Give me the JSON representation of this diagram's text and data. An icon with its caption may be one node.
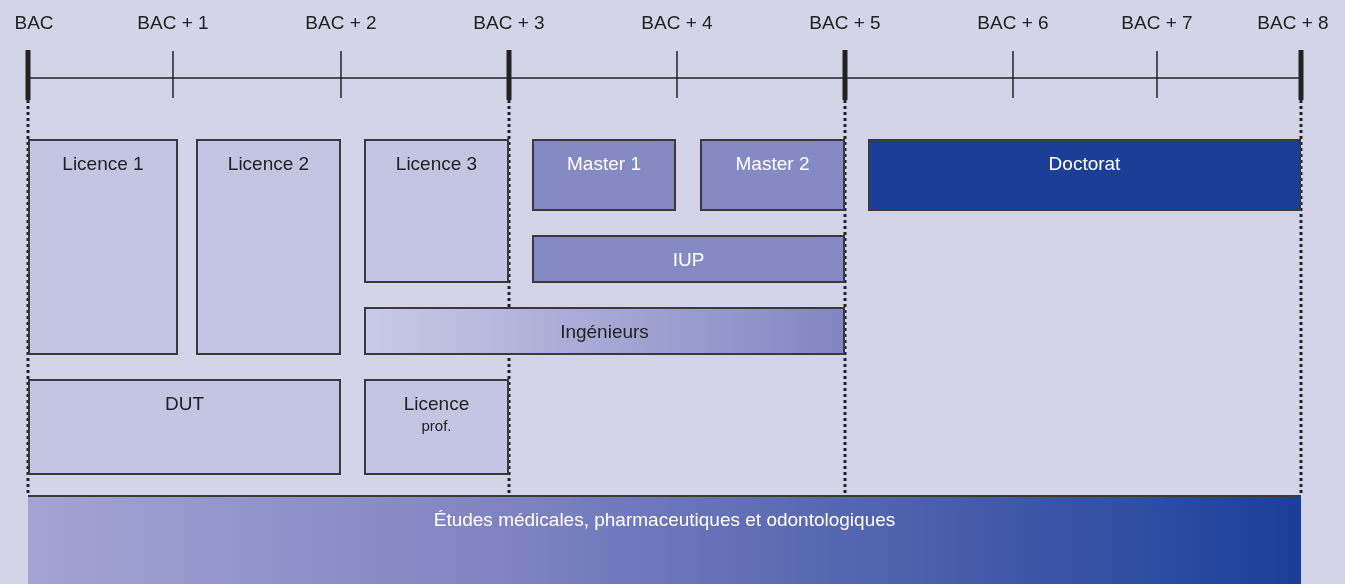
{
  "diagram": {
    "nodes": [
      {
        "text": [
          "Licence 1"
        ]
      },
      {
        "text": [
          "Licence 2"
        ]
      },
      {
        "text": [
          "Licence 3"
        ]
      },
      {
        "text": [
          "Master 1"
        ]
      },
      {
        "text": [
          "Master 2"
        ]
      },
      {
        "text": [
          "Doctorat"
        ]
      },
      {
        "text": [
          "IUP"
        ]
      },
      {
        "text": [
          "Ingénieurs"
        ]
      },
      {
        "text": [
          "DUT"
        ]
      },
      {
        "text": [
          "Licence",
          "prof."
        ]
      },
      {
        "text": [
          "Études médicales, pharmaceutiques et odontologiques"
        ]
      }
    ],
    "labels": [
      "BAC",
      "BAC + 1",
      "BAC + 2",
      "BAC + 3",
      "BAC + 4",
      "BAC + 5",
      "BAC + 6",
      "BAC + 7",
      "BAC + 8"
    ]
  }
}
